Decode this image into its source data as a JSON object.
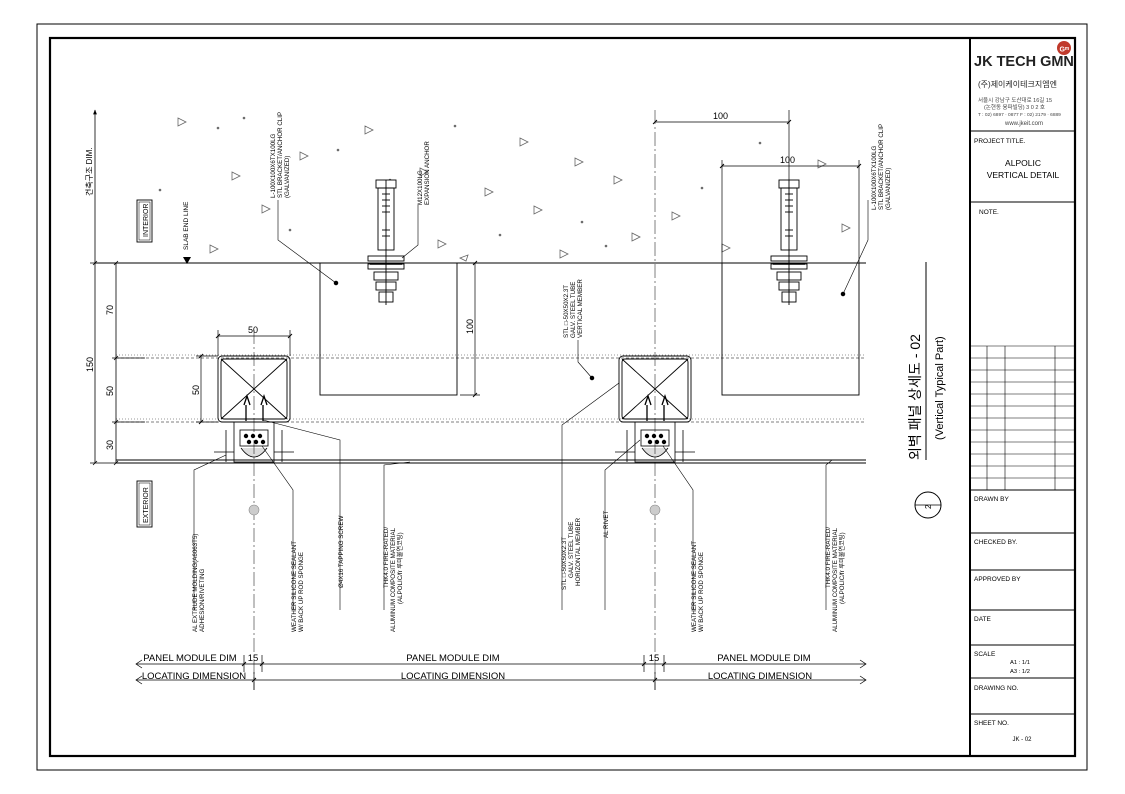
{
  "title_block": {
    "company_logo": "JK TECH GMN",
    "company_kor": "(주)제이케이테크지엠엔",
    "address_line1": "서울시 강남구 도산대로 16길 15",
    "address_line2": "(논현동 융파빌딩) 3 0 2 호",
    "phone_line": "T : 02) 6897 · 0877 F : 02) 2179 · 6889",
    "website": "www.jkeit.com",
    "project_title_label": "PROJECT TITLE.",
    "project_title_1": "ALPOLIC",
    "project_title_2": "VERTICAL DETAIL",
    "note_label": "NOTE.",
    "drawn_by_label": "DRAWN BY",
    "checked_by_label": "CHECKED BY.",
    "approved_by_label": "APPROVED BY",
    "date_label": "DATE",
    "scale_label": "SCALE",
    "scale_a1": "A1 : 1/1",
    "scale_a3": "A3 : 1/2",
    "drawing_no_label": "DRAWING NO.",
    "sheet_no_label": "SHEET NO.",
    "sheet_no": "JK - 02"
  },
  "drawing": {
    "title_kor": "외벽 패널 상세도 - 02",
    "title_eng": "(Vertical Typical Part)",
    "detail_no": "2",
    "structure_dim": "건축구조 DIM.",
    "interior": "INTERIOR",
    "exterior": "EXTERIOR",
    "slab_end_line": "SLAB END LINE",
    "dims": {
      "d70": "70",
      "d150": "150",
      "d50v": "50",
      "d30": "30",
      "d50h": "50",
      "d50box": "50",
      "d100v": "100",
      "d100_top": "100",
      "d100_right": "100",
      "d15a": "15",
      "d15b": "15"
    },
    "callouts": {
      "bracket_left": [
        "L-100X100X6TX100LG",
        "STL BRACKET/ANCHOR CLIP",
        "(GALVANIZED)"
      ],
      "anchor": [
        "M12X100LG",
        "EXPANSION ANCHOR"
      ],
      "vertical_member": [
        "STL □-50X50X2.3T",
        "GALV. STEEL TUBE",
        "VERTICAL MEMBER"
      ],
      "bracket_right": [
        "L-100X100X6TX100LG",
        "STL BRACKET/ANCHOR CLIP",
        "(GALVANIZED)"
      ],
      "molding": [
        "AL EXTRUDE MOLDING(A6063T5)",
        "ADHESION/RIVETING"
      ],
      "sealant_left": [
        "WEATHER SILICONE SEALANT",
        "W/ BACK UP ROD SPONGE"
      ],
      "tapping_screw": [
        "Ø4X16 TAPPING SCREW"
      ],
      "acm_left": [
        "THK4.0 FIRE-RATED/",
        "ALUMINUM COMPOSITE MATERIAL",
        "(ALPOLIC/fr 루미불연코팅)"
      ],
      "horizontal_member": [
        "STL □-50X50X2.3T",
        "GALV. STEEL TUBE",
        "HORIZONTAL MEMBER"
      ],
      "rivet": [
        "AL RIVET"
      ],
      "sealant_right": [
        "WEATHER SILICONE SEALANT",
        "W/ BACK UP ROD SPONGE"
      ],
      "acm_right": [
        "THK4.0 FIRE-RATED/",
        "ALUMINUM COMPOSITE MATERIAL",
        "(ALPOLIC/fr 루미불연코팅)"
      ]
    },
    "bottom_dims": {
      "panel_module_1": "PANEL MODULE DIM",
      "panel_module_2": "PANEL MODULE DIM",
      "panel_module_3": "PANEL MODULE DIM",
      "locating_1": "LOCATING DIMENSION",
      "locating_2": "LOCATING DIMENSION",
      "locating_3": "LOCATING DIMENSION"
    }
  },
  "colors": {
    "line": "#000000",
    "logo_red": "#c0392b",
    "hatch": "#999999"
  }
}
